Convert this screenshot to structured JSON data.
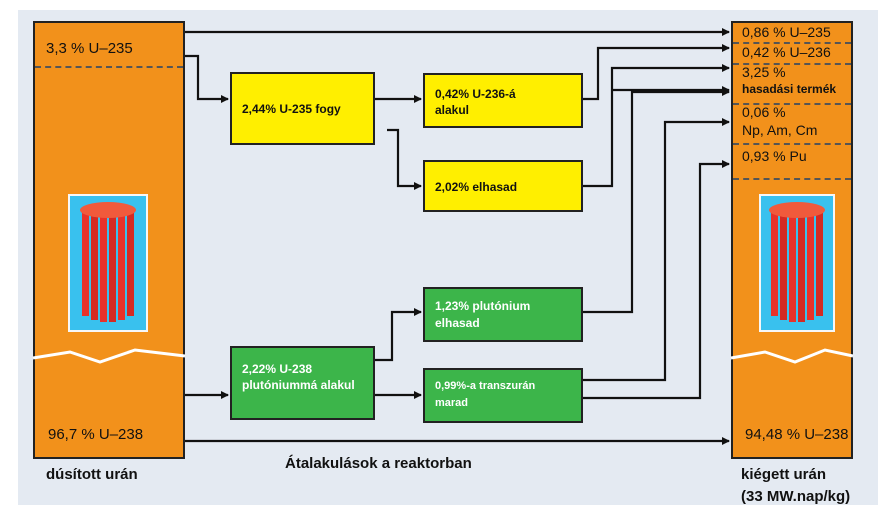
{
  "left_column": {
    "top_label": "3,3 % U–235",
    "bottom_label": "96,7 % U–238",
    "caption": "dúsított urán"
  },
  "right_column": {
    "rows": [
      "0,86 % U–235",
      "0,42 % U–236",
      "3,25 %",
      "hasadási termék",
      "0,06 %",
      "Np, Am, Cm",
      "0,93 % Pu"
    ],
    "bottom_label": "94,48 % U–238",
    "caption_line1": "kiégett urán",
    "caption_line2": "(33 MW.nap/kg)"
  },
  "boxes": {
    "u235_consumed": "2,44% U-235 fogy",
    "u236_line1": "0,42% U-236-á",
    "u236_line2": "alakul",
    "fission": "2,02% elhasad",
    "u238_line1": "2,22% U-238",
    "u238_line2": "plutóniummá alakul",
    "pu_fission_line1": "1,23% plutónium",
    "pu_fission_line2": "elhasad",
    "transuran_line1": "0,99%-a transzurán",
    "transuran_line2": "marad"
  },
  "center_caption": "Átalakulások a reaktorban",
  "colors": {
    "orange": "#f2911b",
    "yellow": "#ffef00",
    "green": "#3cb54a",
    "rod_red": "#e8322a",
    "rod_bg": "#39c1ee",
    "frame": "#e4eaf2"
  }
}
